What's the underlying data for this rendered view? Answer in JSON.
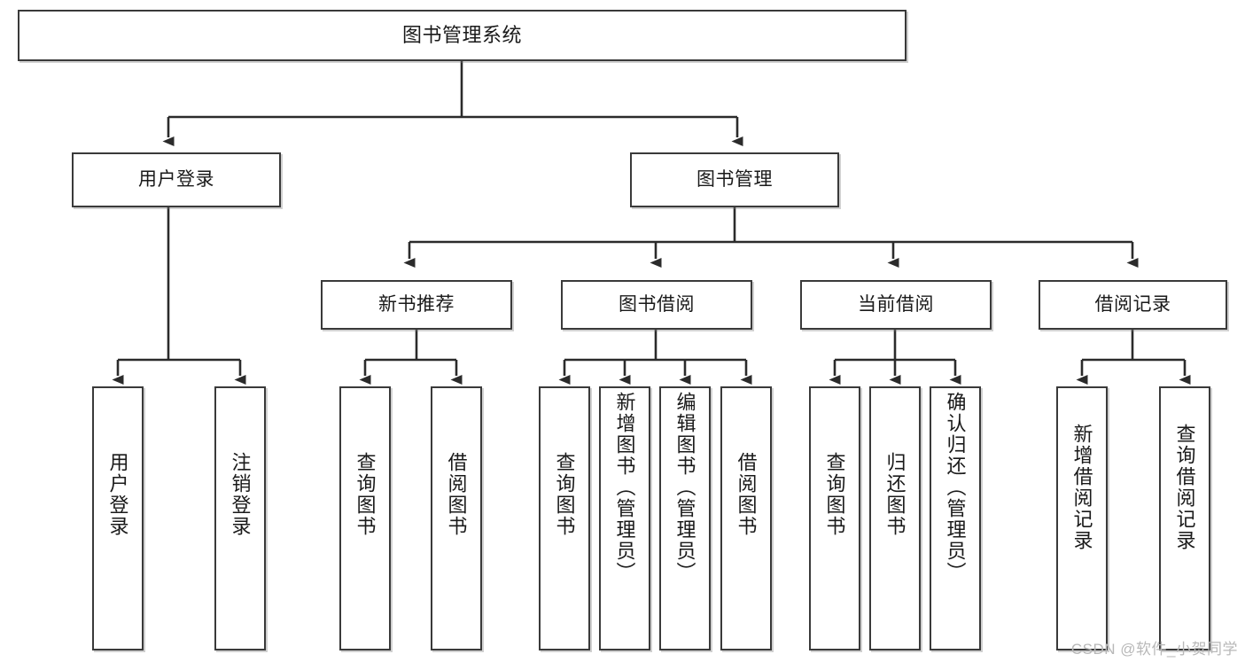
{
  "diagram": {
    "title": "图书管理系统",
    "type": "tree",
    "watermark": "CSDN @软件_小贺同学",
    "colors": {
      "box_border": "#3a3a3a",
      "box_fill": "#ffffff",
      "edge": "#2b2b2b",
      "text": "#1a1a1a",
      "watermark": "#b8b8b8"
    },
    "nodes": {
      "root": {
        "label": "图书管理系统"
      },
      "level2": [
        {
          "id": "user-login",
          "label": "用户登录"
        },
        {
          "id": "book-manage",
          "label": "图书管理"
        }
      ],
      "level3": [
        {
          "id": "new-book-recommend",
          "label": "新书推荐"
        },
        {
          "id": "book-borrow",
          "label": "图书借阅"
        },
        {
          "id": "current-borrow",
          "label": "当前借阅"
        },
        {
          "id": "borrow-record",
          "label": "借阅记录"
        }
      ],
      "leaves": [
        {
          "id": "leaf-user-login",
          "label": "用户登录",
          "parent": "user-login"
        },
        {
          "id": "leaf-logout",
          "label": "注销登录",
          "parent": "user-login"
        },
        {
          "id": "leaf-query-book-1",
          "label": "查询图书",
          "parent": "new-book-recommend"
        },
        {
          "id": "leaf-borrow-book-1",
          "label": "借阅图书",
          "parent": "new-book-recommend"
        },
        {
          "id": "leaf-query-book-2",
          "label": "查询图书",
          "parent": "book-borrow"
        },
        {
          "id": "leaf-add-book",
          "label": "新增图书（管理员）",
          "parent": "book-borrow"
        },
        {
          "id": "leaf-edit-book",
          "label": "编辑图书（管理员）",
          "parent": "book-borrow"
        },
        {
          "id": "leaf-borrow-book-2",
          "label": "借阅图书",
          "parent": "book-borrow"
        },
        {
          "id": "leaf-query-book-3",
          "label": "查询图书",
          "parent": "current-borrow"
        },
        {
          "id": "leaf-return-book",
          "label": "归还图书",
          "parent": "current-borrow"
        },
        {
          "id": "leaf-confirm-return",
          "label": "确认归还（管理员）",
          "parent": "current-borrow"
        },
        {
          "id": "leaf-add-record",
          "label": "新增借阅记录",
          "parent": "borrow-record"
        },
        {
          "id": "leaf-query-record",
          "label": "查询借阅记录",
          "parent": "borrow-record"
        }
      ]
    }
  }
}
